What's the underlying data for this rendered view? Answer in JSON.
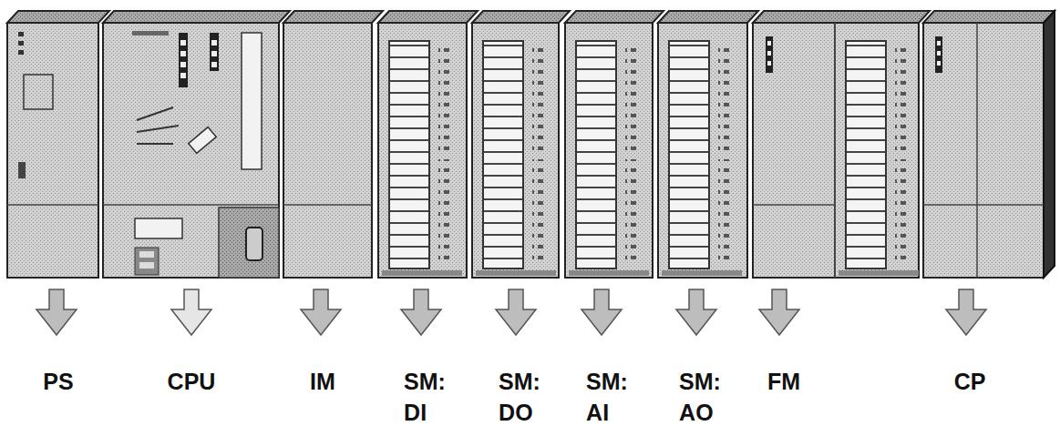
{
  "diagram": {
    "labels": [
      "PS",
      "CPU",
      "IM",
      "SM: DI",
      "SM: DO",
      "SM: AI",
      "SM: AO",
      "FM",
      "CP"
    ]
  }
}
